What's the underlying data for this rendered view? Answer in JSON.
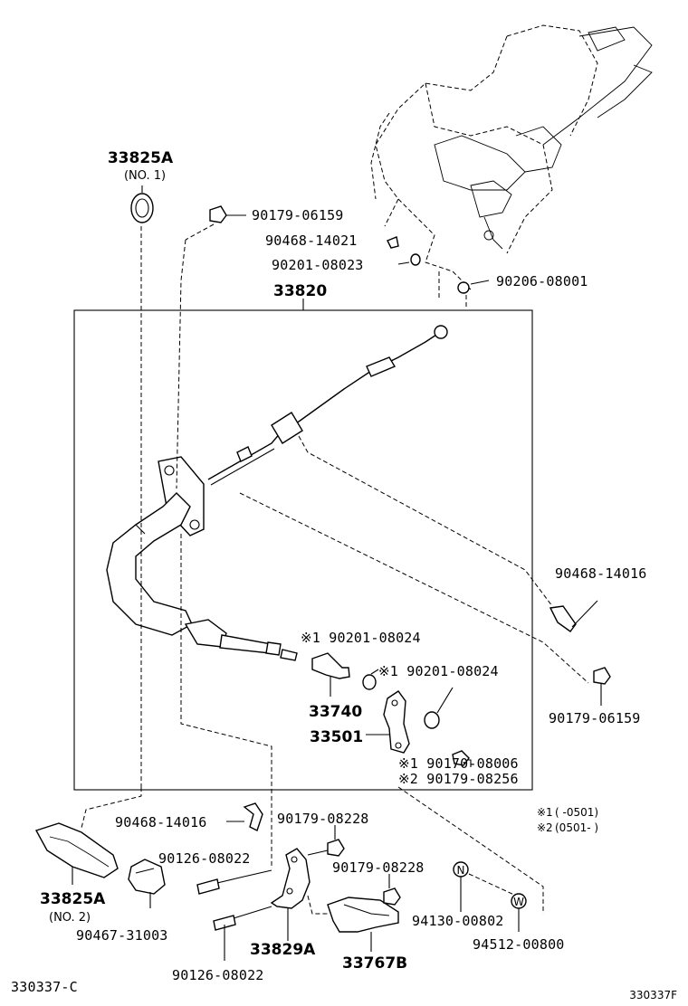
{
  "labels": {
    "p33825a_top": "33825A",
    "p33825a_top_sub": "(NO. 1)",
    "p90179_06159_top": "90179-06159",
    "p90468_14021": "90468-14021",
    "p90201_08023": "90201-08023",
    "p90206_08001": "90206-08001",
    "p33820": "33820",
    "p90468_14016_right": "90468-14016",
    "p90179_06159_right": "90179-06159",
    "p90201_08024_a": "※1 90201-08024",
    "p90201_08024_b": "※1 90201-08024",
    "p33740": "33740",
    "p33501": "33501",
    "p90170_08006": "※1 90170-08006",
    "p90179_08256": "※2 90179-08256",
    "p90468_14016_left": "90468-14016",
    "p90179_08228_a": "90179-08228",
    "p90126_08022_a": "90126-08022",
    "p90179_08228_b": "90179-08228",
    "p33825a_bottom": "33825A",
    "p33825a_bottom_sub": "(NO. 2)",
    "p90467_31003": "90467-31003",
    "p33829a": "33829A",
    "p94130_00802": "94130-00802",
    "p94512_00800": "94512-00800",
    "p90126_08022_b": "90126-08022",
    "p33767b": "33767B"
  },
  "legend": {
    "note1_mark": "※1",
    "note1_range": "(      -0501)",
    "note2_mark": "※2",
    "note2_range": "(0501-      )"
  },
  "footer": {
    "left_code": "330337-C",
    "right_code": "330337F"
  },
  "badges": {
    "n_badge": "N",
    "w_badge": "W"
  }
}
